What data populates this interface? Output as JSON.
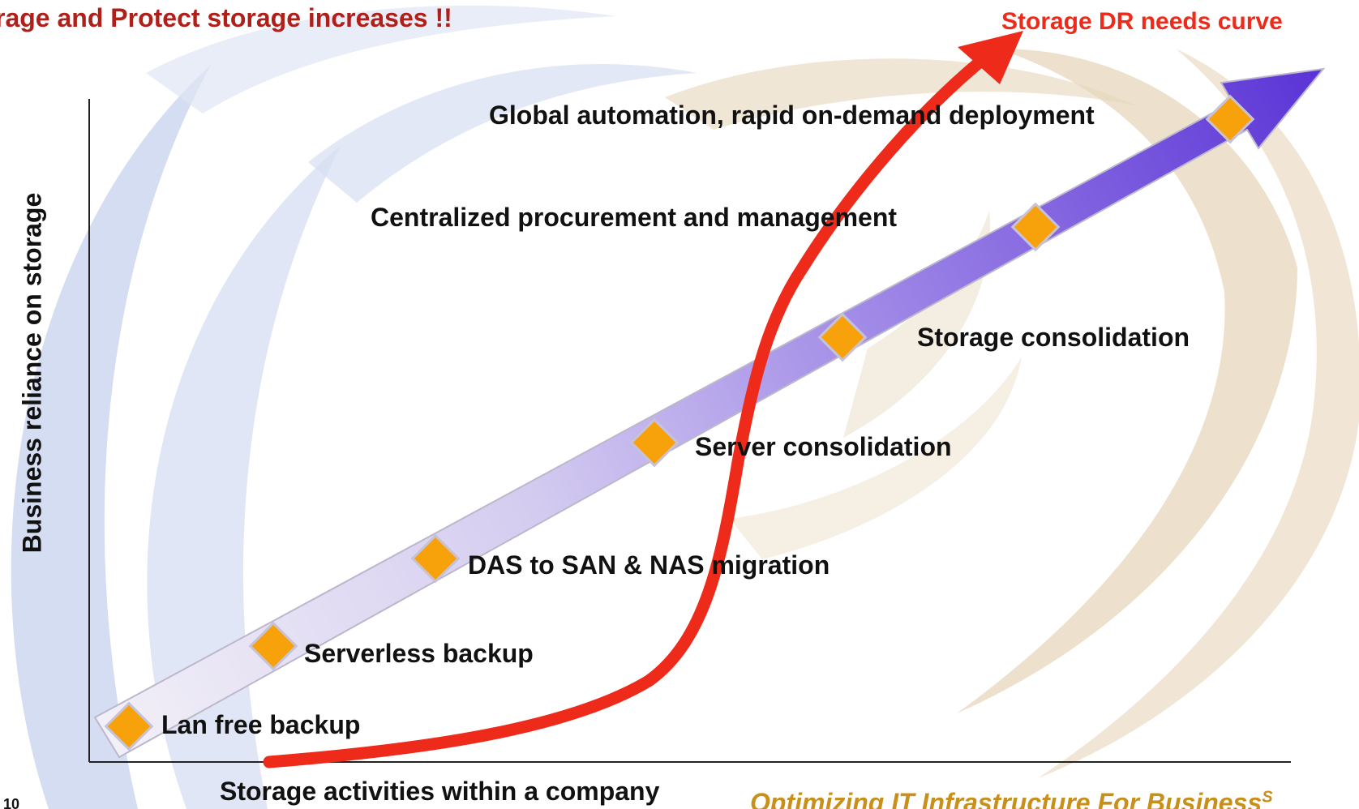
{
  "slide": {
    "title": "rage and Protect storage increases !!",
    "page_number": "10",
    "footer_tagline": "Optimizing IT Infrastructure For Business",
    "footer_tagline_mark": "S"
  },
  "axes": {
    "y_label": "Business reliance on storage",
    "x_label": "Storage activities within a company"
  },
  "curve": {
    "label": "Storage DR needs curve",
    "color": "#EE2A1A"
  },
  "milestones": [
    {
      "label": "Lan free backup"
    },
    {
      "label": "Serverless  backup"
    },
    {
      "label": "DAS to SAN & NAS migration"
    },
    {
      "label": "Server consolidation"
    },
    {
      "label": "Storage consolidation"
    },
    {
      "label": "Centralized procurement and management"
    },
    {
      "label": "Global automation, rapid on-demand deployment"
    }
  ],
  "colors": {
    "title": "#B0201A",
    "arrow_start": "#ECEAF4",
    "arrow_end": "#5A33D6",
    "diamond": "#F7A20A",
    "background_blue": "#C9D4EE",
    "background_tan": "#E7D6BB",
    "footer": "#C8901A"
  }
}
